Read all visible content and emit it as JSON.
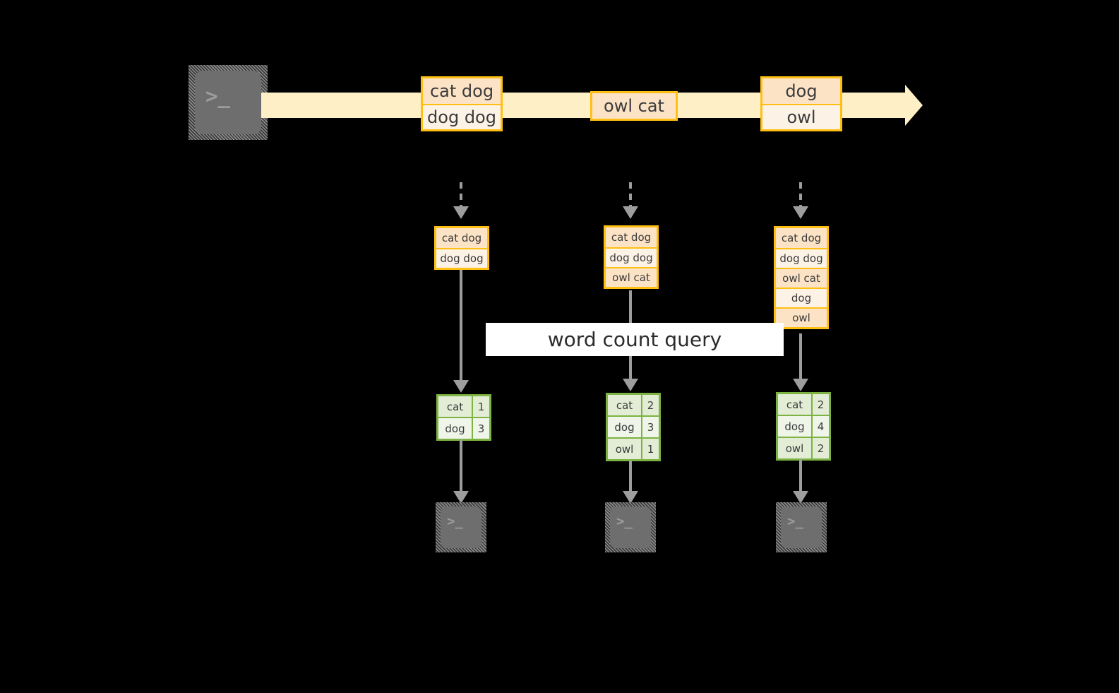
{
  "diagram": {
    "title": "word count streaming diagram",
    "colors": {
      "background": "#000000",
      "stream_band": "#FEEFC7",
      "record_border": "#FFC013",
      "record_fill_dark": "#FCE3C6",
      "record_fill_light": "#FDF2E6",
      "table_border": "#7CB342",
      "table_fill_dark": "#E3EDD6",
      "table_fill_light": "#F0F5EA",
      "arrow_gray": "#9D9D9D",
      "terminal_fill": "#6E6E6E",
      "banner_fill": "#FFFFFF"
    }
  },
  "source": {
    "icon": "terminal-icon",
    "glyph": ">_"
  },
  "stream": {
    "records": [
      {
        "name": "record-1",
        "lines": [
          "cat dog",
          "dog dog"
        ]
      },
      {
        "name": "record-2",
        "lines": [
          "owl cat"
        ]
      },
      {
        "name": "record-3",
        "lines": [
          "dog",
          "owl"
        ]
      }
    ]
  },
  "snapshots": [
    {
      "name": "snapshot-t1",
      "input_lines": [
        "cat dog",
        "dog dog"
      ],
      "result_rows": [
        {
          "word": "cat",
          "count": "1"
        },
        {
          "word": "dog",
          "count": "3"
        }
      ],
      "sink_glyph": ">_"
    },
    {
      "name": "snapshot-t2",
      "input_lines": [
        "cat dog",
        "dog dog",
        "owl cat"
      ],
      "result_rows": [
        {
          "word": "cat",
          "count": "2"
        },
        {
          "word": "dog",
          "count": "3"
        },
        {
          "word": "owl",
          "count": "1"
        }
      ],
      "sink_glyph": ">_"
    },
    {
      "name": "snapshot-t3",
      "input_lines": [
        "cat dog",
        "dog dog",
        "owl cat",
        "dog",
        "owl"
      ],
      "result_rows": [
        {
          "word": "cat",
          "count": "2"
        },
        {
          "word": "dog",
          "count": "4"
        },
        {
          "word": "owl",
          "count": "2"
        }
      ],
      "sink_glyph": ">_"
    }
  ],
  "query_banner": {
    "label": "word count query"
  }
}
